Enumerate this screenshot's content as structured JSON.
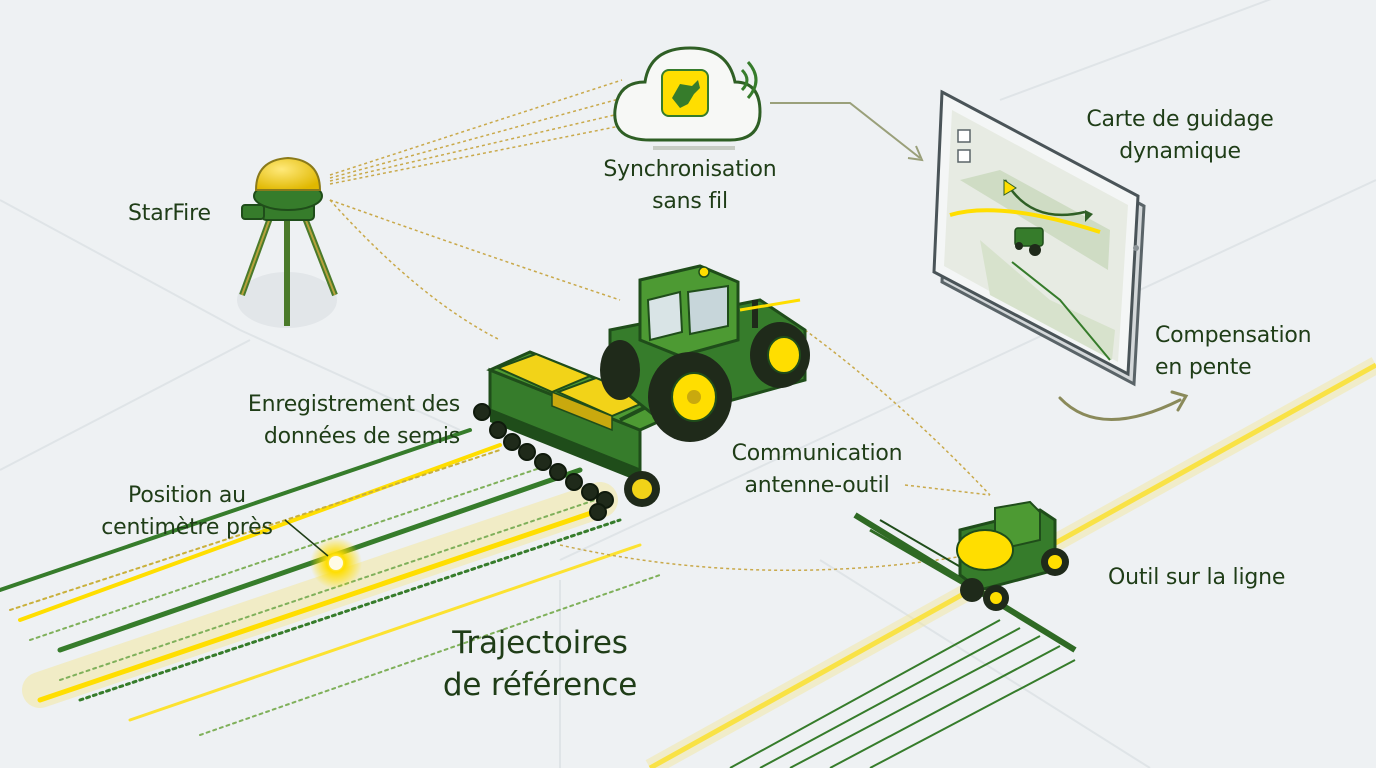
{
  "labels": {
    "starfire": "StarFire",
    "sync": [
      "Synchronisation",
      "sans fil"
    ],
    "map": [
      "Carte de guidage",
      "dynamique"
    ],
    "slope": [
      "Compensation",
      "en pente"
    ],
    "seeding": [
      "Enregistrement des",
      "données de semis"
    ],
    "comm": [
      "Communication",
      "antenne-outil"
    ],
    "position": [
      "Position au",
      "centimètre près"
    ],
    "tool": "Outil sur la ligne",
    "trajectories": [
      "Trajectoires",
      "de référence"
    ]
  },
  "colors": {
    "green": "#367c2b",
    "dark_green": "#1f4d1a",
    "yellow": "#ffde00",
    "background": "#eef1f3",
    "text": "#1f3d17"
  },
  "icons": {
    "cloud": "cloud-icon",
    "deer": "deer-logo-icon",
    "antenna": "gps-antenna-icon",
    "tablet": "tablet-icon",
    "tractor": "tractor-icon",
    "seeder": "seed-drill-icon",
    "sprayer": "sprayer-icon"
  }
}
